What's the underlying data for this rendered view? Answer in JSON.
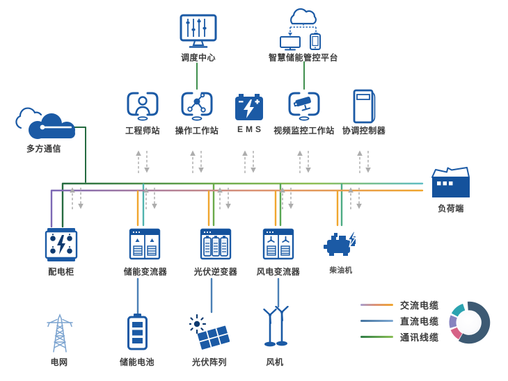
{
  "nodes": {
    "dispatch_center": {
      "label": "调度中心",
      "icon": "control-monitor-icon"
    },
    "smart_platform": {
      "label": "智慧储能管控平台",
      "icon": "cloud-devices-icon"
    },
    "engineer_station": {
      "label": "工程师站",
      "icon": "monitor-person-icon"
    },
    "operator_station": {
      "label": "操作工作站",
      "icon": "monitor-network-icon"
    },
    "ems": {
      "label": "EMS",
      "icon": "battery-lightning-icon"
    },
    "video_station": {
      "label": "视频监控工作站",
      "icon": "monitor-camera-icon"
    },
    "coordinator": {
      "label": "协调控制器",
      "icon": "server-tower-icon"
    },
    "multiparty_comm": {
      "label": "多方通信",
      "icon": "dual-cloud-icon"
    },
    "load_side": {
      "label": "负荷端",
      "icon": "factory-icon"
    },
    "distribution_cabinet": {
      "label": "配电柜",
      "icon": "power-cabinet-icon"
    },
    "storage_converter": {
      "label": "储能变流器",
      "icon": "converter-cabinet-icon"
    },
    "pv_inverter": {
      "label": "光伏逆变器",
      "icon": "inverter-cabinet-icon"
    },
    "wind_converter": {
      "label": "风电变流器",
      "icon": "wind-converter-cabinet-icon"
    },
    "diesel_engine": {
      "label": "柴油机",
      "icon": "engine-icon"
    },
    "power_grid": {
      "label": "电网",
      "icon": "transmission-tower-icon"
    },
    "storage_battery": {
      "label": "储能电池",
      "icon": "battery-icon"
    },
    "pv_array": {
      "label": "光伏阵列",
      "icon": "solar-panel-icon"
    },
    "wind_turbine": {
      "label": "风机",
      "icon": "wind-turbine-icon"
    }
  },
  "legend": {
    "items": [
      {
        "label": "交流电缆",
        "color": "#f0a62e"
      },
      {
        "label": "直流电缆",
        "color": "#4a7fb5"
      },
      {
        "label": "通讯线缆",
        "color": "#3f8f4d"
      }
    ]
  },
  "colors": {
    "icon_blue": "#1b5aa5",
    "dark_navy": "#0e3a70",
    "comm_green_dark": "#256b40",
    "comm_teal": "#5fbdc3",
    "ac_orange": "#f0a62e",
    "ac_purple": "#7c68b4",
    "dc_blue": "#4a7fb5",
    "arrow_gray": "#b3b3b3",
    "logo_dark": "#3d5a73",
    "logo_teal": "#2ba3b0",
    "logo_purple": "#8683c0",
    "logo_pink": "#d66286"
  }
}
